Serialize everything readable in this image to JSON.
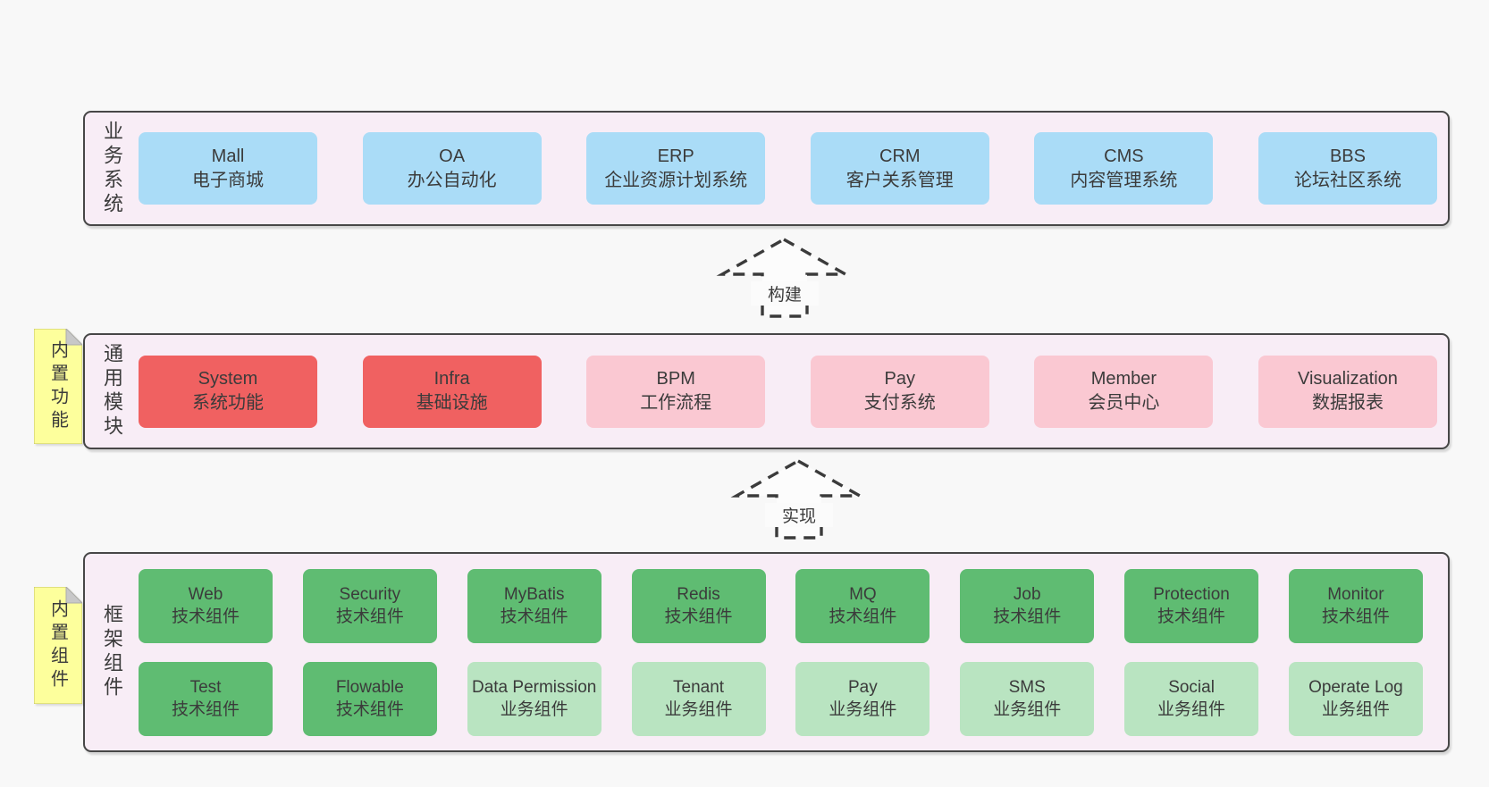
{
  "colors": {
    "background": "#f8f8f8",
    "layer_fill": "#f8edf6",
    "layer_border": "#474747",
    "blue_node": "#aadcf7",
    "red_node": "#f06161",
    "pink_node": "#fac8d2",
    "green_node": "#5fbc72",
    "light_green_node": "#b9e4c1",
    "sticky_note": "#fdff9c",
    "text": "#3b3b3b"
  },
  "layers": [
    {
      "label": "业务系统",
      "boxes": [
        {
          "name": "Mall",
          "subtitle": "电子商城"
        },
        {
          "name": "OA",
          "subtitle": "办公自动化"
        },
        {
          "name": "ERP",
          "subtitle": "企业资源计划系统"
        },
        {
          "name": "CRM",
          "subtitle": "客户关系管理"
        },
        {
          "name": "CMS",
          "subtitle": "内容管理系统"
        },
        {
          "name": "BBS",
          "subtitle": "论坛社区系统"
        }
      ]
    },
    {
      "label": "通用模块",
      "note": "内置功能",
      "boxes": [
        {
          "name": "System",
          "subtitle": "系统功能"
        },
        {
          "name": "Infra",
          "subtitle": "基础设施"
        },
        {
          "name": "BPM",
          "subtitle": "工作流程"
        },
        {
          "name": "Pay",
          "subtitle": "支付系统"
        },
        {
          "name": "Member",
          "subtitle": "会员中心"
        },
        {
          "name": "Visualization",
          "subtitle": "数据报表"
        }
      ]
    },
    {
      "label": "框架组件",
      "note": "内置组件",
      "rows": [
        [
          {
            "name": "Web",
            "subtitle": "技术组件"
          },
          {
            "name": "Security",
            "subtitle": "技术组件"
          },
          {
            "name": "MyBatis",
            "subtitle": "技术组件"
          },
          {
            "name": "Redis",
            "subtitle": "技术组件"
          },
          {
            "name": "MQ",
            "subtitle": "技术组件"
          },
          {
            "name": "Job",
            "subtitle": "技术组件"
          },
          {
            "name": "Protection",
            "subtitle": "技术组件"
          },
          {
            "name": "Monitor",
            "subtitle": "技术组件"
          }
        ],
        [
          {
            "name": "Test",
            "subtitle": "技术组件"
          },
          {
            "name": "Flowable",
            "subtitle": "技术组件"
          },
          {
            "name": "Data Permission",
            "subtitle": "业务组件"
          },
          {
            "name": "Tenant",
            "subtitle": "业务组件"
          },
          {
            "name": "Pay",
            "subtitle": "业务组件"
          },
          {
            "name": "SMS",
            "subtitle": "业务组件"
          },
          {
            "name": "Social",
            "subtitle": "业务组件"
          },
          {
            "name": "Operate Log",
            "subtitle": "业务组件"
          }
        ]
      ]
    }
  ],
  "arrows": [
    {
      "label": "构建"
    },
    {
      "label": "实现"
    }
  ]
}
